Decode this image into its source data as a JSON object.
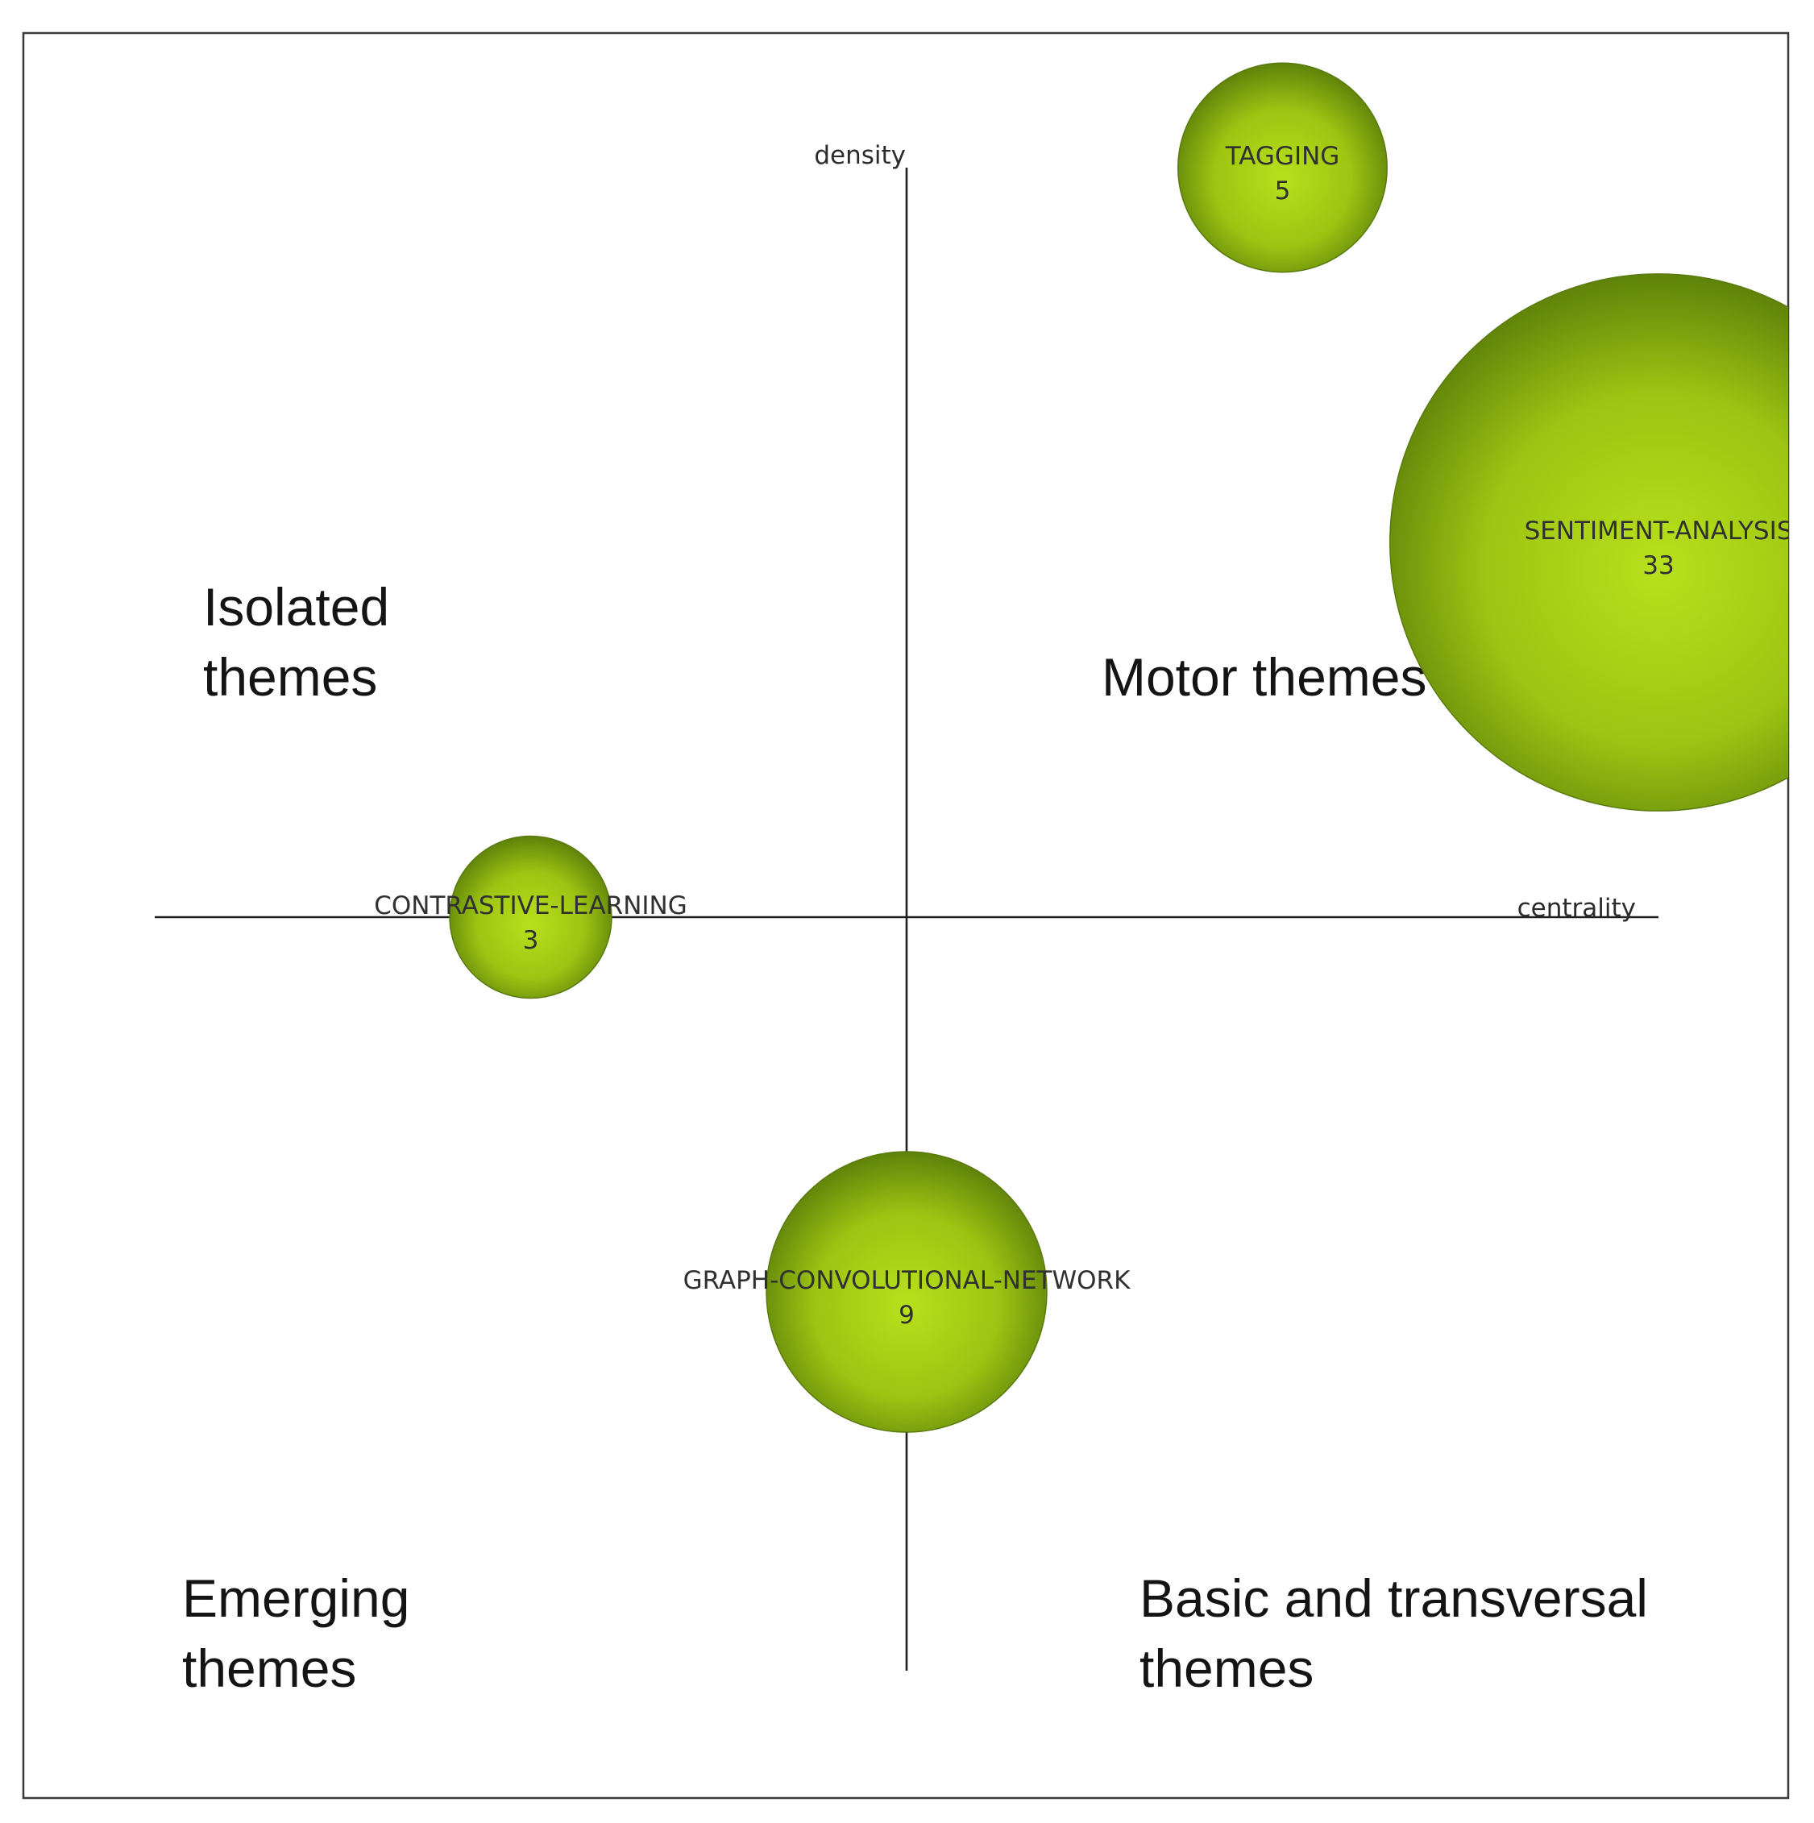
{
  "chart_data": {
    "type": "scatter",
    "xlabel": "centrality",
    "ylabel": "density",
    "quadrants": {
      "top_left": [
        "Isolated",
        "themes"
      ],
      "top_right": [
        "Motor themes"
      ],
      "bottom_left": [
        "Emerging",
        "themes"
      ],
      "bottom_right": [
        "Basic and transversal",
        "themes"
      ]
    },
    "bubble_color": "#a6cc14",
    "bubble_edge": "#5a7a10",
    "points": [
      {
        "label": "TAGGING",
        "value": 5,
        "x": 0.5,
        "y": 1.0
      },
      {
        "label": "SENTIMENT-ANALYSIS",
        "value": 33,
        "x": 1.0,
        "y": 0.5
      },
      {
        "label": "CONTRASTIVE-LEARNING",
        "value": 3,
        "x": -0.5,
        "y": 0.0
      },
      {
        "label": "GRAPH-CONVOLUTIONAL-NETWORK",
        "value": 9,
        "x": 0.0,
        "y": -0.5
      }
    ]
  }
}
